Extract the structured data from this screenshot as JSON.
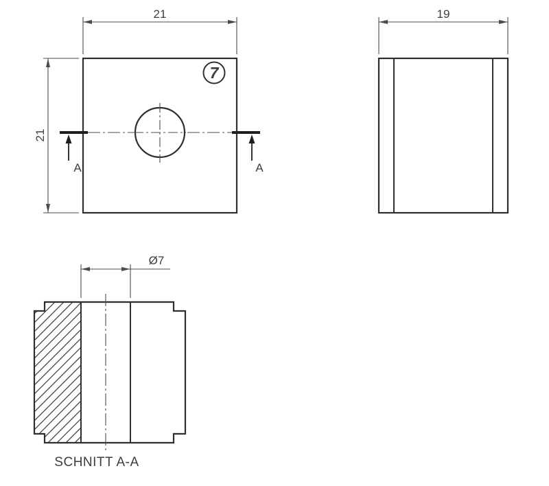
{
  "drawing": {
    "front_view": {
      "top_dimension": "21",
      "left_dimension": "21",
      "balloon_number": "7",
      "section_label_left": "A",
      "section_label_right": "A"
    },
    "side_view": {
      "top_dimension": "19"
    },
    "section_view": {
      "diameter_dimension": "Ø7",
      "caption": "SCHNITT A-A"
    },
    "colors": {
      "outline": "#2e2e2e",
      "dimension": "#4b4b4b",
      "text": "#3d3d3d"
    }
  }
}
